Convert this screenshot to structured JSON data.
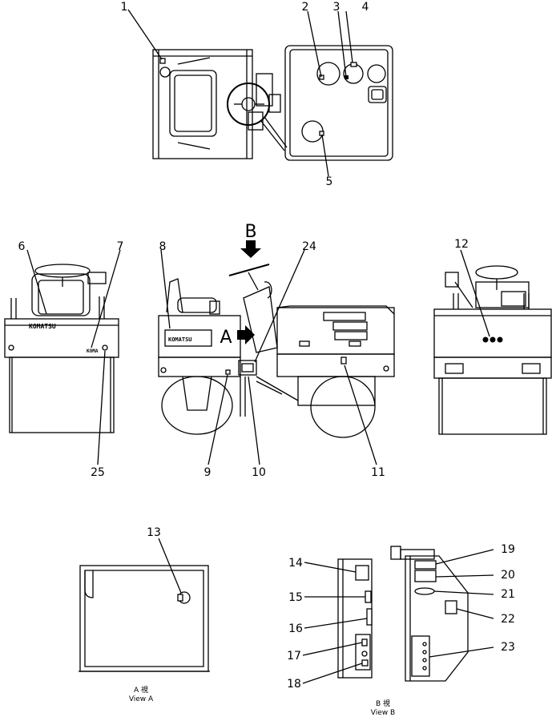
{
  "callouts": {
    "n1": "1",
    "n2": "2",
    "n3": "3",
    "n4": "4",
    "n5": "5",
    "n6": "6",
    "n7": "7",
    "n8": "8",
    "n9": "9",
    "n10": "10",
    "n11": "11",
    "n12": "12",
    "n13": "13",
    "n14": "14",
    "n15": "15",
    "n16": "16",
    "n17": "17",
    "n18": "18",
    "n19": "19",
    "n20": "20",
    "n21": "21",
    "n22": "22",
    "n23": "23",
    "n24": "24",
    "n25": "25"
  },
  "view_labels": {
    "arrow_b": "B",
    "arrow_a": "A",
    "view_a_kanji": "A 視",
    "view_a_en": "View A",
    "view_b_kanji": "B 視",
    "view_b_en": "View B"
  },
  "decals": {
    "komatsu_brand": "KOMATSU",
    "side_plate": "KOMA"
  }
}
